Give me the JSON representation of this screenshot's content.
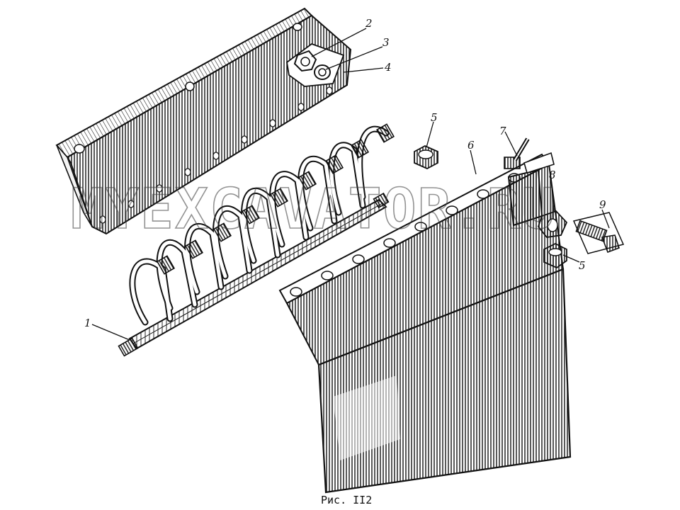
{
  "callouts": {
    "c1": "1",
    "c2": "2",
    "c3": "3",
    "c4": "4",
    "c5a": "5",
    "c5b": "5",
    "c6": "6",
    "c7": "7",
    "c8": "8",
    "c9": "9"
  },
  "caption": "Рис. II2",
  "watermark": "MYEXCAVATOR.RU",
  "colors": {
    "ink": "#111111",
    "paper": "#ffffff"
  }
}
